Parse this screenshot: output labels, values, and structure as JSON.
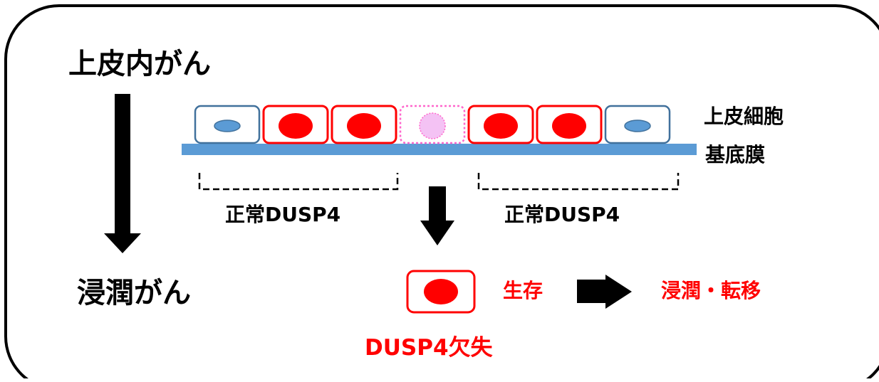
{
  "stages": {
    "top": "上皮内がん",
    "bottom": "浸潤がん"
  },
  "structure": {
    "epithelium": "上皮細胞",
    "basement_membrane": "基底膜"
  },
  "regions": {
    "left": "正常DUSP4",
    "right": "正常DUSP4"
  },
  "outcome": {
    "survival": "生存",
    "invasion": "浸潤・転移",
    "loss_label": "DUSP4欠失"
  },
  "cells": [
    {
      "type": "normal"
    },
    {
      "type": "cancer"
    },
    {
      "type": "cancer"
    },
    {
      "type": "lost"
    },
    {
      "type": "cancer"
    },
    {
      "type": "cancer"
    },
    {
      "type": "normal"
    }
  ],
  "colors": {
    "frame": "#000000",
    "membrane": "#5b9bd5",
    "normal_border": "#41719c",
    "normal_nucleus": "#5b9bd5",
    "cancer": "#ff0000",
    "lost_border": "#ff66cc",
    "lost_nucleus": "#f4c2f4",
    "arrow": "#000000"
  }
}
